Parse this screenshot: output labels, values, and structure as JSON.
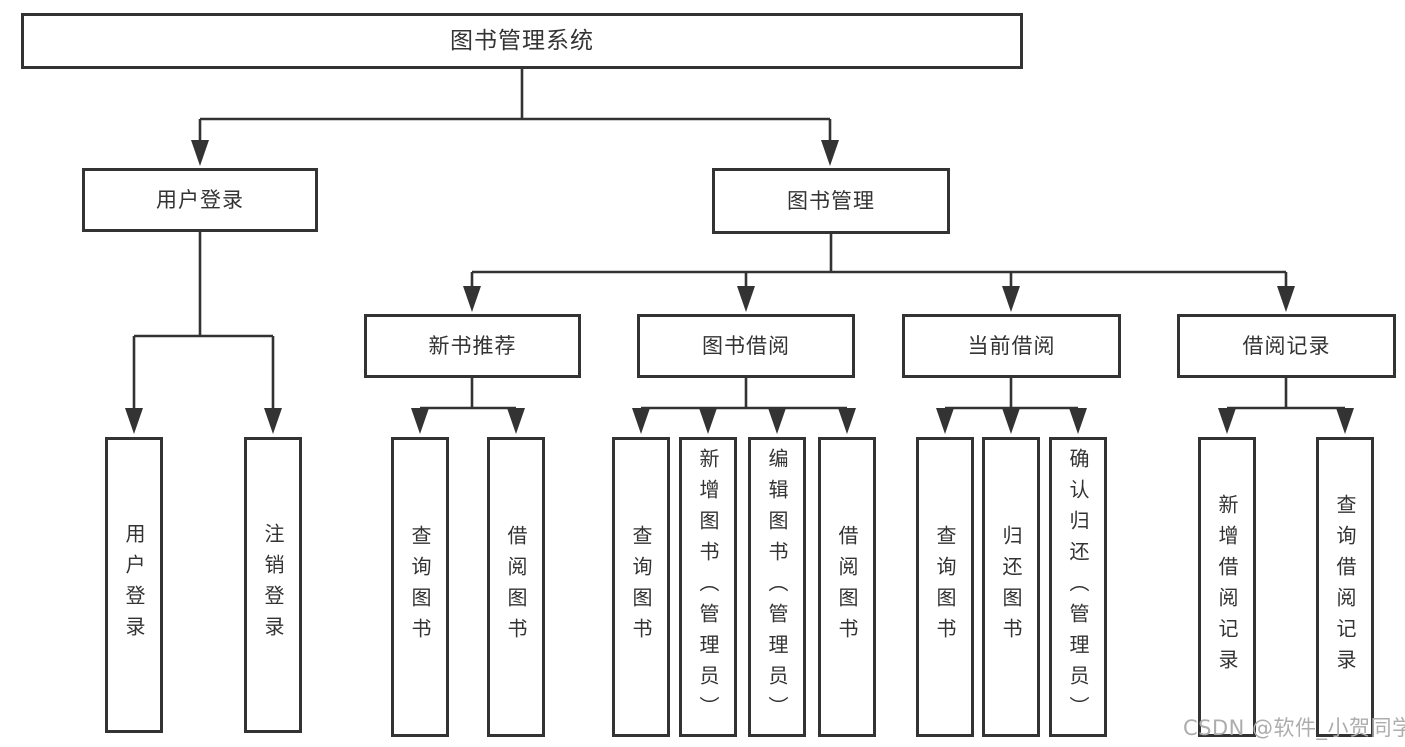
{
  "tree": {
    "label": "图书管理系统",
    "children": [
      {
        "label": "用户登录",
        "children": [
          {
            "label": "用户登录"
          },
          {
            "label": "注销登录"
          }
        ]
      },
      {
        "label": "图书管理",
        "children": [
          {
            "label": "新书推荐",
            "children": [
              {
                "label": "查询图书"
              },
              {
                "label": "借阅图书"
              }
            ]
          },
          {
            "label": "图书借阅",
            "children": [
              {
                "label": "查询图书"
              },
              {
                "label": "新增图书（管理员）"
              },
              {
                "label": "编辑图书（管理员）"
              },
              {
                "label": "借阅图书"
              }
            ]
          },
          {
            "label": "当前借阅",
            "children": [
              {
                "label": "查询图书"
              },
              {
                "label": "归还图书"
              },
              {
                "label": "确认归还（管理员）"
              }
            ]
          },
          {
            "label": "借阅记录",
            "children": [
              {
                "label": "新增借阅记录"
              },
              {
                "label": "查询借阅记录"
              }
            ]
          }
        ]
      }
    ]
  },
  "watermark": {
    "text": "CSDN @软件_小贺同学"
  },
  "colors": {
    "line": "#333333",
    "text": "#333333",
    "watermark": "#adadad",
    "bg": "#ffffff"
  }
}
